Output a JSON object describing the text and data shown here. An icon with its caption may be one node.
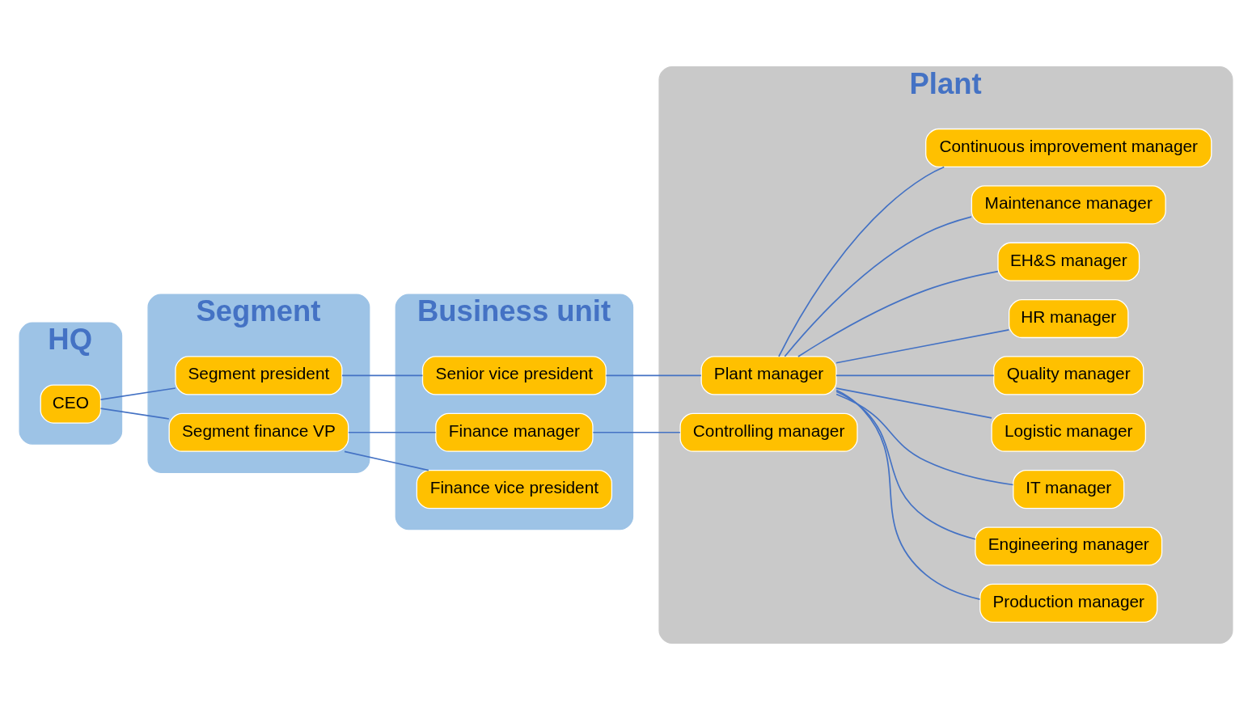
{
  "diagram": {
    "nodes": [
      {
        "text": [
          "HQ"
        ]
      },
      {
        "text": [
          "Segment"
        ]
      },
      {
        "text": [
          "Business unit"
        ]
      },
      {
        "text": [
          "Plant"
        ]
      },
      {
        "text": [
          "CEO"
        ],
        "in": 0
      },
      {
        "text": [
          "Segment president"
        ],
        "in": 1
      },
      {
        "text": [
          "Segment finance VP"
        ],
        "in": 1
      },
      {
        "text": [
          "Senior vice president"
        ],
        "in": 2
      },
      {
        "text": [
          "Finance manager"
        ],
        "in": 2
      },
      {
        "text": [
          "Finance vice president"
        ],
        "in": 2
      },
      {
        "text": [
          "Plant manager"
        ],
        "in": 3
      },
      {
        "text": [
          "Controlling manager"
        ],
        "in": 3
      },
      {
        "text": [
          "Production manager"
        ],
        "in": 3
      },
      {
        "text": [
          "Engineering manager"
        ],
        "in": 3
      },
      {
        "text": [
          "IT manager"
        ],
        "in": 3
      },
      {
        "text": [
          "Logistic manager"
        ],
        "in": 3
      },
      {
        "text": [
          "Quality manager"
        ],
        "in": 3
      },
      {
        "text": [
          "HR manager"
        ],
        "in": 3
      },
      {
        "text": [
          "EH&S manager"
        ],
        "in": 3
      },
      {
        "text": [
          "Maintenance manager"
        ],
        "in": 3
      },
      {
        "text": [
          "Continuous improvement manager"
        ],
        "in": 3
      }
    ],
    "edges": [
      {
        "from": 4,
        "to": 5,
        "arrow": "none"
      },
      {
        "from": 4,
        "to": 6,
        "arrow": "none"
      },
      {
        "from": 5,
        "to": 7,
        "arrow": "none"
      },
      {
        "from": 6,
        "to": 8,
        "arrow": "none"
      },
      {
        "from": 6,
        "to": 9,
        "arrow": "none"
      },
      {
        "from": 7,
        "to": 10,
        "arrow": "none"
      },
      {
        "from": 8,
        "to": 11,
        "arrow": "none"
      },
      {
        "from": 10,
        "to": 12,
        "arrow": "none"
      },
      {
        "from": 10,
        "to": 13,
        "arrow": "none"
      },
      {
        "from": 10,
        "to": 14,
        "arrow": "none"
      },
      {
        "from": 10,
        "to": 15,
        "arrow": "none"
      },
      {
        "from": 10,
        "to": 16,
        "arrow": "none"
      },
      {
        "from": 10,
        "to": 17,
        "arrow": "none"
      },
      {
        "from": 10,
        "to": 18,
        "arrow": "none"
      },
      {
        "from": 10,
        "to": 19,
        "arrow": "none"
      },
      {
        "from": 10,
        "to": 20,
        "arrow": "none"
      }
    ]
  }
}
